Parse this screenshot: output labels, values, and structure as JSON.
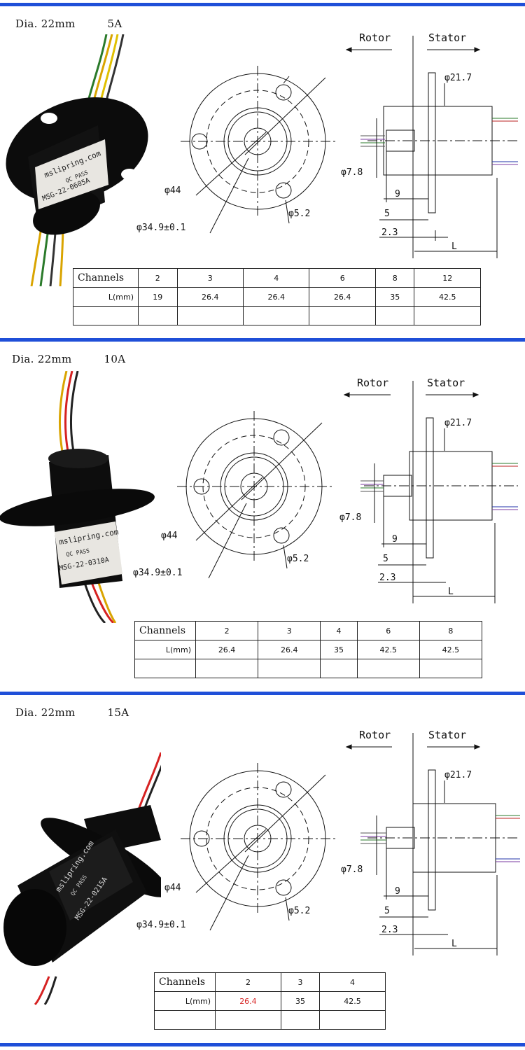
{
  "panels": [
    {
      "dia_label": "Dia. 22mm",
      "current_label": "5A",
      "rotor_label": "Rotor",
      "stator_label": "Stator",
      "device_brand": "mslipring.com",
      "device_qc": "QC PASS",
      "device_model": "MSG-22-0605A",
      "dims": {
        "d44": "φ44",
        "d349": "φ34.9±0.1",
        "d52": "φ5.2",
        "d217": "φ21.7",
        "d78": "φ7.8",
        "l9": "9",
        "l5": "5",
        "l23": "2.3",
        "L": "L"
      },
      "table": {
        "header": "Channels",
        "row_label": "L(mm)",
        "channels": [
          "2",
          "3",
          "4",
          "6",
          "8",
          "12"
        ],
        "lengths": [
          "19",
          "26.4",
          "26.4",
          "26.4",
          "35",
          "42.5"
        ]
      }
    },
    {
      "dia_label": "Dia. 22mm",
      "current_label": "10A",
      "rotor_label": "Rotor",
      "stator_label": "Stator",
      "device_brand": "mslipring.com",
      "device_qc": "QC PASS",
      "device_model": "MSG-22-0310A",
      "dims": {
        "d44": "φ44",
        "d349": "φ34.9±0.1",
        "d52": "φ5.2",
        "d217": "φ21.7",
        "d78": "φ7.8",
        "l9": "9",
        "l5": "5",
        "l23": "2.3",
        "L": "L"
      },
      "table": {
        "header": "Channels",
        "row_label": "L(mm)",
        "channels": [
          "2",
          "3",
          "4",
          "6",
          "8"
        ],
        "lengths": [
          "26.4",
          "26.4",
          "35",
          "42.5",
          "42.5"
        ]
      }
    },
    {
      "dia_label": "Dia. 22mm",
      "current_label": "15A",
      "rotor_label": "Rotor",
      "stator_label": "Stator",
      "device_brand": "mslipring.com",
      "device_qc": "QC PASS",
      "device_model": "MSG-22-0215A",
      "dims": {
        "d44": "φ44",
        "d349": "φ34.9±0.1",
        "d52": "φ5.2",
        "d217": "φ21.7",
        "d78": "φ7.8",
        "l9": "9",
        "l5": "5",
        "l23": "2.3",
        "L": "L"
      },
      "table": {
        "header": "Channels",
        "row_label": "L(mm)",
        "channels": [
          "2",
          "3",
          "4"
        ],
        "lengths": [
          "26.4",
          "35",
          "42.5"
        ],
        "highlight_color": "#d62222"
      }
    }
  ],
  "colors": {
    "separator": "#1f4fd8",
    "device_body": "#0c0c0c",
    "label_sticker": "#e8e6e1"
  }
}
